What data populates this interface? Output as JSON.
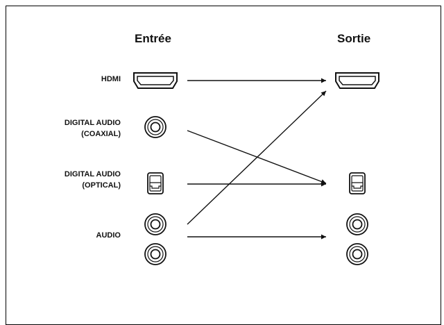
{
  "headers": {
    "input": "Entrée",
    "output": "Sortie"
  },
  "labels": {
    "hdmi": "HDMI",
    "coaxial_line1": "DIGITAL AUDIO",
    "coaxial_line2": "(COAXIAL)",
    "optical_line1": "DIGITAL AUDIO",
    "optical_line2": "(OPTICAL)",
    "audio": "AUDIO"
  },
  "connections": [
    {
      "from": "HDMI",
      "to": "HDMI"
    },
    {
      "from": "DIGITAL AUDIO (COAXIAL)",
      "to": "DIGITAL AUDIO (OPTICAL)"
    },
    {
      "from": "DIGITAL AUDIO (OPTICAL)",
      "to": "DIGITAL AUDIO (OPTICAL)"
    },
    {
      "from": "AUDIO",
      "to": "HDMI"
    },
    {
      "from": "AUDIO",
      "to": "AUDIO"
    }
  ],
  "icons": [
    "hdmi-port-icon",
    "coaxial-jack-icon",
    "optical-port-icon",
    "rca-jack-icon"
  ]
}
